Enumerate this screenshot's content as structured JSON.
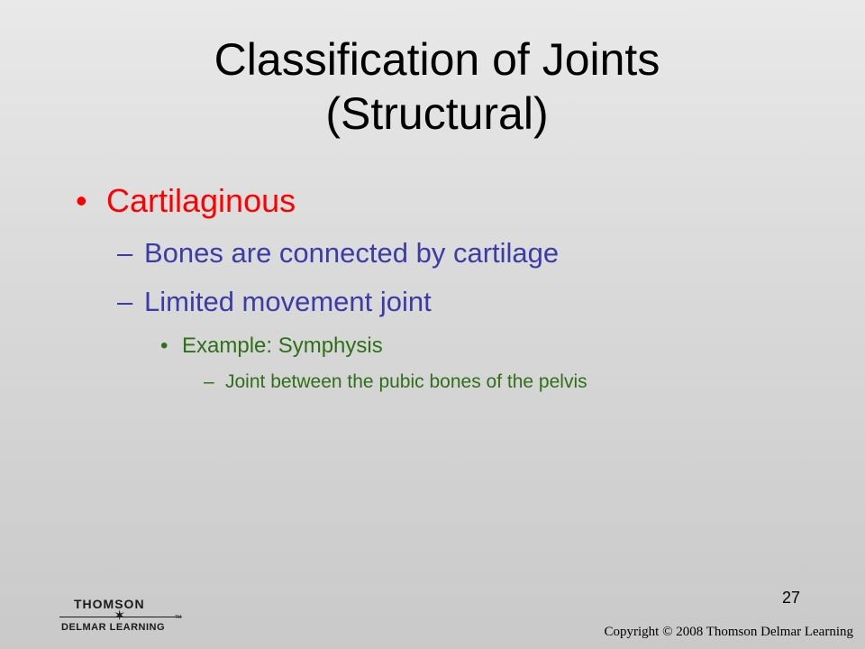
{
  "slide": {
    "title_line1": "Classification of Joints",
    "title_line2": "(Structural)",
    "bullet_level1": {
      "marker": "•",
      "text": "Cartilaginous"
    },
    "bullets_level2": [
      {
        "marker": "–",
        "text": "Bones are connected by cartilage"
      },
      {
        "marker": "–",
        "text": "Limited movement joint"
      }
    ],
    "bullet_level3": {
      "marker": "•",
      "text": "Example: Symphysis"
    },
    "bullet_level4": {
      "marker": "–",
      "text": "Joint between the pubic bones of the pelvis"
    },
    "page_number": "27"
  },
  "footer": {
    "logo_top": "THOMSON",
    "logo_star": "✶",
    "logo_bottom": "DELMAR LEARNING",
    "logo_tm": "TM",
    "copyright": "Copyright © 2008 Thomson Delmar Learning"
  },
  "colors": {
    "title": "#000000",
    "level1": "#ff0000",
    "level2": "#3c3ca8",
    "level3": "#2e7018"
  }
}
